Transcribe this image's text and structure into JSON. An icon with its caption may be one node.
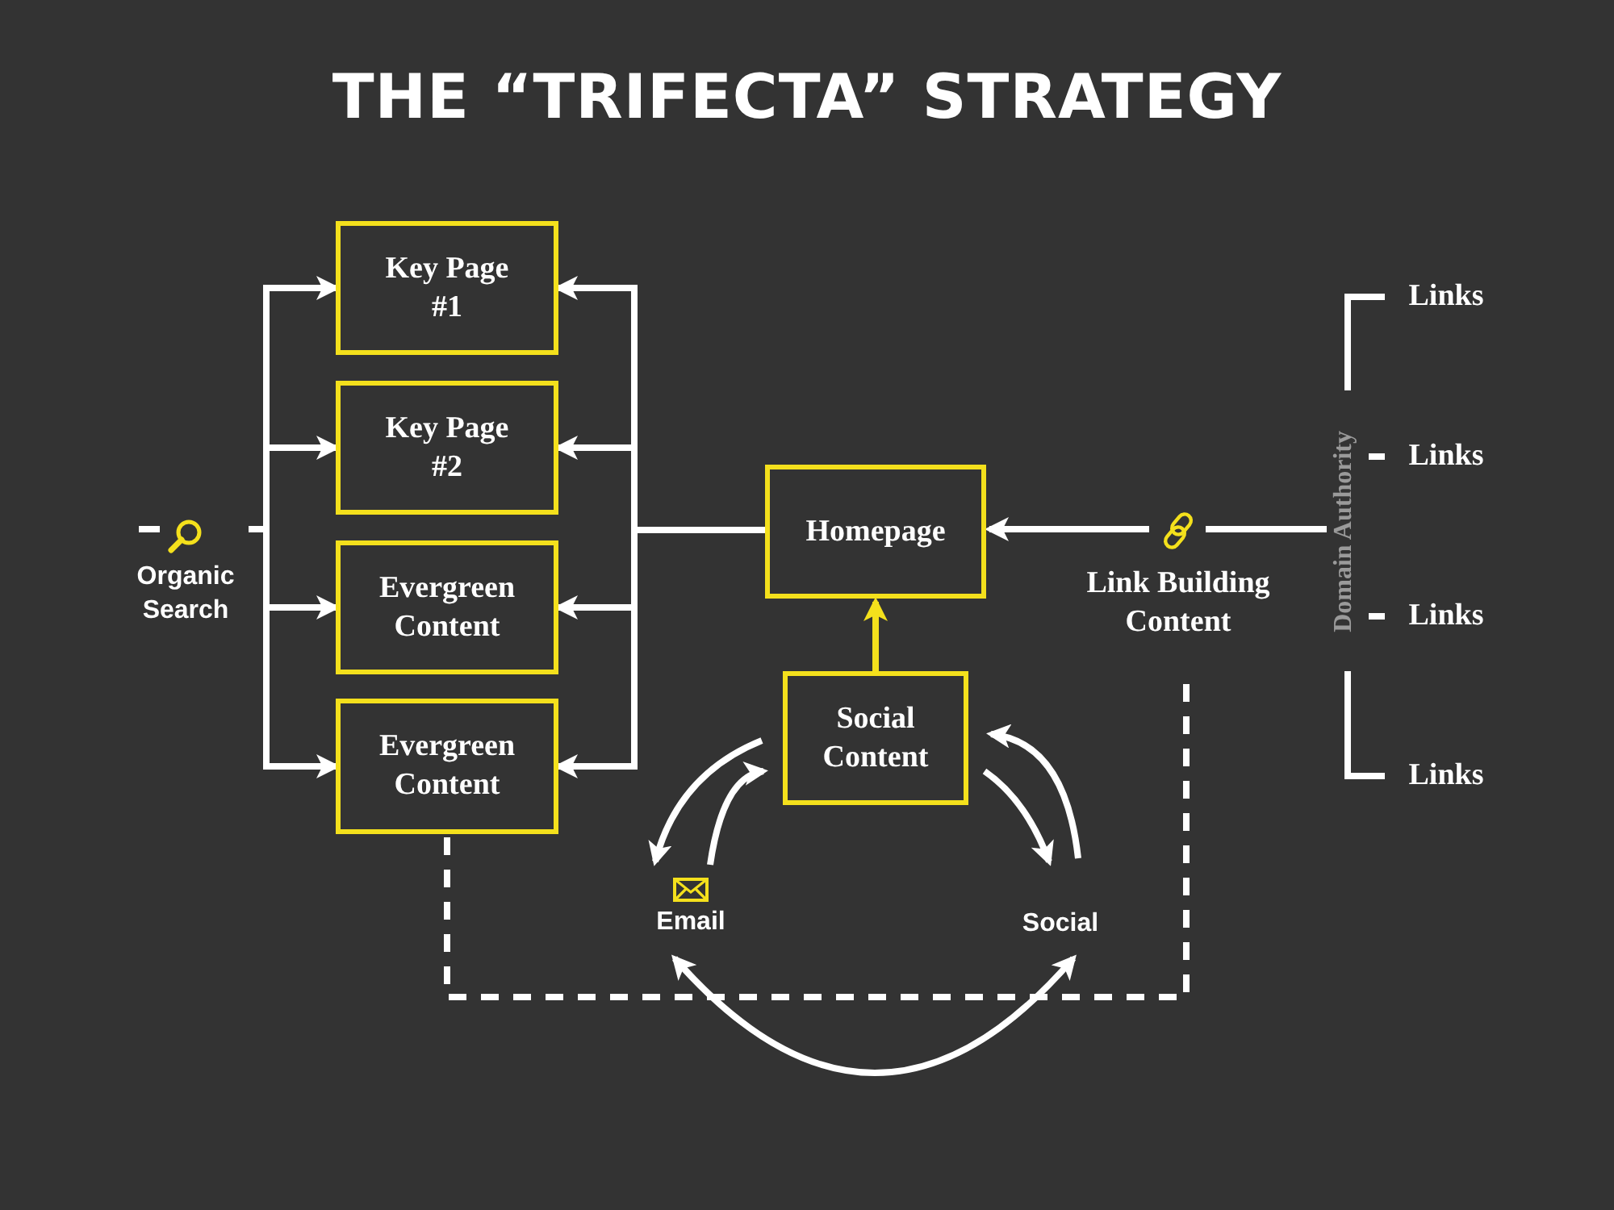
{
  "diagram": {
    "title": "THE “TRIFECTA” STRATEGY",
    "nodes": [
      {
        "text": [
          "Key Page #1"
        ]
      },
      {
        "text": [
          "Key Page #2"
        ]
      },
      {
        "text": [
          "Evergreen Content"
        ]
      },
      {
        "text": [
          "Evergreen Content"
        ]
      },
      {
        "text": [
          "Organic Search"
        ]
      },
      {
        "text": [
          "Homepage"
        ]
      },
      {
        "text": [
          "Link Building Content"
        ]
      },
      {
        "text": [
          "Social Content"
        ]
      },
      {
        "text": [
          "Email"
        ]
      },
      {
        "text": [
          "Social"
        ]
      },
      {
        "text": [
          "Domain Authority"
        ]
      },
      {
        "text": [
          "Links"
        ]
      },
      {
        "text": [
          "Links"
        ]
      },
      {
        "text": [
          "Links"
        ]
      },
      {
        "text": [
          "Links"
        ]
      }
    ],
    "edges": [
      {
        "from": 4,
        "to": 0,
        "arrow": "to"
      },
      {
        "from": 4,
        "to": 1,
        "arrow": "to"
      },
      {
        "from": 4,
        "to": 2,
        "arrow": "to"
      },
      {
        "from": 4,
        "to": 3,
        "arrow": "to"
      },
      {
        "from": 5,
        "to": 0,
        "arrow": "to"
      },
      {
        "from": 5,
        "to": 1,
        "arrow": "to"
      },
      {
        "from": 5,
        "to": 2,
        "arrow": "to"
      },
      {
        "from": 5,
        "to": 3,
        "arrow": "to"
      },
      {
        "from": 6,
        "to": 5,
        "arrow": "to"
      },
      {
        "from": 10,
        "to": 6,
        "arrow": "none"
      },
      {
        "from": 7,
        "to": 5,
        "arrow": "to",
        "color": "#f4e01c"
      },
      {
        "from": 7,
        "to": 8,
        "arrow": "to"
      },
      {
        "from": 8,
        "to": 7,
        "arrow": "to"
      },
      {
        "from": 7,
        "to": 9,
        "arrow": "to"
      },
      {
        "from": 9,
        "to": 7,
        "arrow": "to"
      },
      {
        "from": 8,
        "to": 9,
        "arrow": "both"
      },
      {
        "from": 3,
        "to": 6,
        "arrow": "none",
        "style": "dashed"
      },
      {
        "from": 10,
        "to": 11,
        "arrow": "none"
      },
      {
        "from": 10,
        "to": 12,
        "arrow": "none"
      },
      {
        "from": 10,
        "to": 13,
        "arrow": "none"
      },
      {
        "from": 10,
        "to": 14,
        "arrow": "none"
      }
    ]
  }
}
